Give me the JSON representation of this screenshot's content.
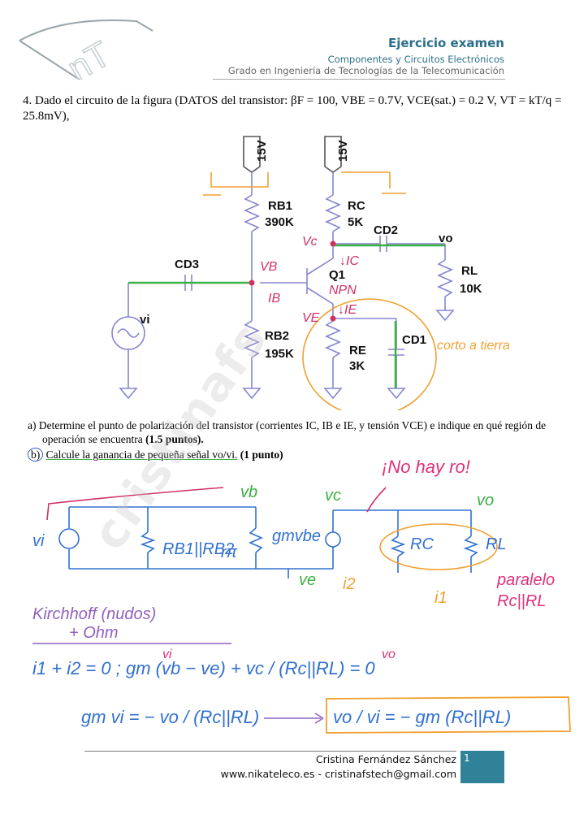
{
  "header": {
    "logo_text": "nT",
    "title": "Ejercicio examen",
    "subtitle": "Componentes y Circuitos Electrónicos",
    "degree": "Grado en Ingeniería de Tecnologías de la Telecomunicación"
  },
  "problem": {
    "text": "4. Dado el circuito de la figura (DATOS del transistor: βF = 100, VBE = 0.7V, VCE(sat.) = 0.2 V, VT = kT/q = 25.8mV),"
  },
  "circuit": {
    "supply1": "15V",
    "supply2": "15V",
    "rb1_name": "RB1",
    "rb1_value": "390K",
    "rc_name": "RC",
    "rc_value": "5K",
    "cd2": "CD2",
    "vo": "vo",
    "cd3": "CD3",
    "q1": "Q1",
    "npn": "NPN",
    "rl_name": "RL",
    "rl_value": "10K",
    "vi": "vi",
    "rb2_name": "RB2",
    "rb2_value": "195K",
    "re_name": "RE",
    "re_value": "3K",
    "cd1": "CD1",
    "note_vc": "Vc",
    "note_ic": "↓IC",
    "note_vb": "VB",
    "note_ib": "IB",
    "note_ve": "VE",
    "note_ie": "↓IE",
    "note_short": "corto a tierra"
  },
  "questions": {
    "a": "a)  Determine el punto de polarización del transistor (corrientes IC, IB e IE, y tensión VCE) e indique en qué región de operación se encuentra",
    "a_points": "(1.5 puntos).",
    "b_label": "b)",
    "b": "Calcule la ganancia de pequeña señal vo/vi.",
    "b_points": "(1 punto)"
  },
  "small_signal": {
    "note_no_ro": "¡No hay ro!",
    "vb": "vb",
    "vc": "vc",
    "vo": "vo",
    "vi": "vi",
    "rb_par": "RB1||RB2",
    "rpi": "rπ",
    "gm": "gmvbe",
    "rc": "RC",
    "rl": "RL",
    "ve": "ve",
    "i2": "i2",
    "i1": "i1",
    "parallel": "paralelo",
    "parallel2": "Rc||RL",
    "kirchhoff": "Kirchhoff (nudos)",
    "ohm": "+ Ohm",
    "eq1": "i1 + i2 = 0 ;  gm (vb − ve) + vc / (Rc||RL) = 0",
    "eq1_vi": "vi",
    "eq1_vo": "vo",
    "eq2_left": "gm vi = − vo / (Rc||RL)",
    "eq2_right": "vo / vi = − gm (Rc||RL)"
  },
  "footer": {
    "name": "Cristina Fernández Sánchez",
    "web": "www.nikateleco.es - cristinafstech@gmail.com",
    "page": "1"
  },
  "watermark": "cristinafs"
}
